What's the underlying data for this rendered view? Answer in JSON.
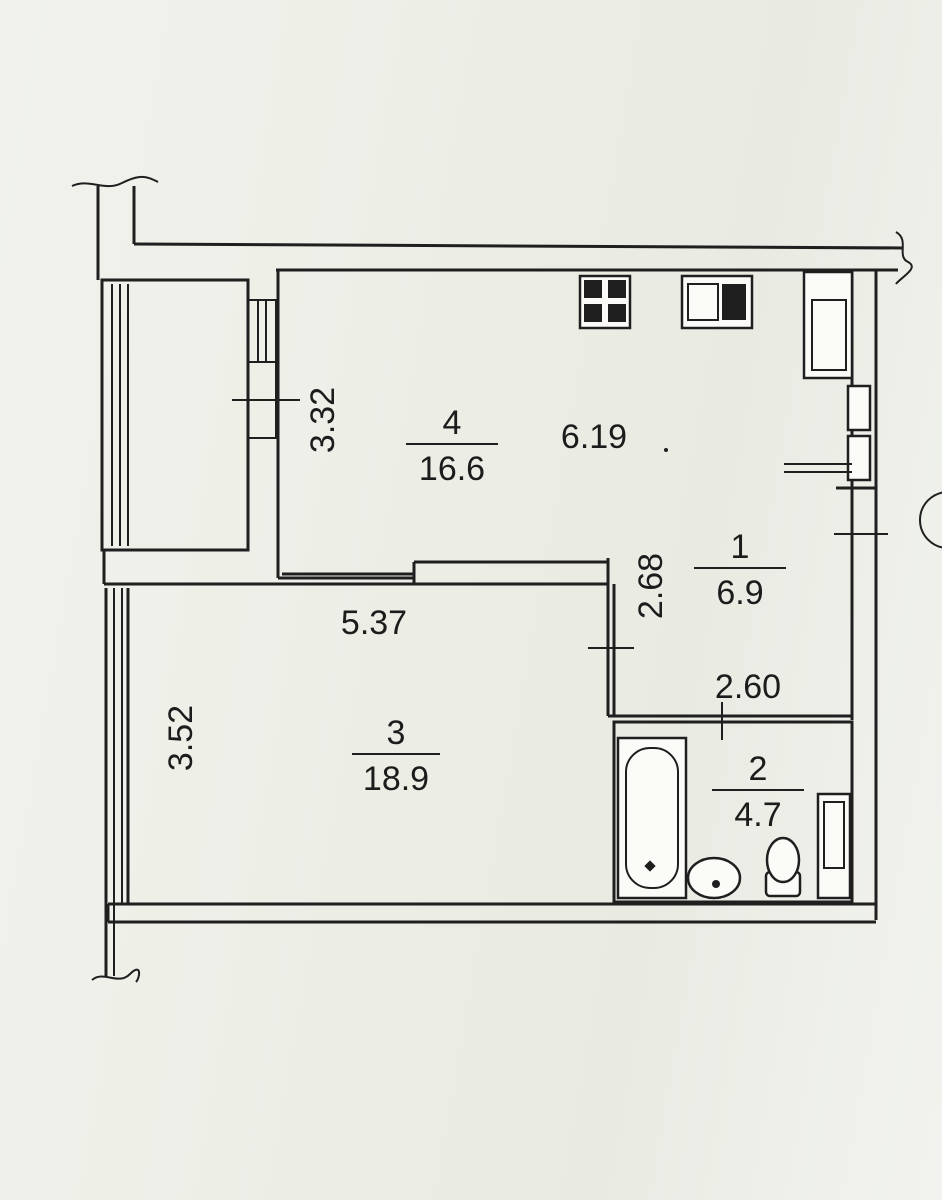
{
  "plan": {
    "rooms": [
      {
        "number": "1",
        "area": "6.9"
      },
      {
        "number": "2",
        "area": "4.7"
      },
      {
        "number": "3",
        "area": "18.9"
      },
      {
        "number": "4",
        "area": "16.6"
      }
    ],
    "dimensions": [
      "6.19",
      "3.32",
      "2.68",
      "2.60",
      "5.37",
      "3.52"
    ]
  },
  "colors": {
    "paper": "#eef0e8",
    "ink": "#1f1f1f"
  },
  "icons": [
    "stove-icon",
    "sink-icon",
    "bathtub-icon",
    "washbasin-icon",
    "toilet-icon",
    "radiator-icon"
  ]
}
